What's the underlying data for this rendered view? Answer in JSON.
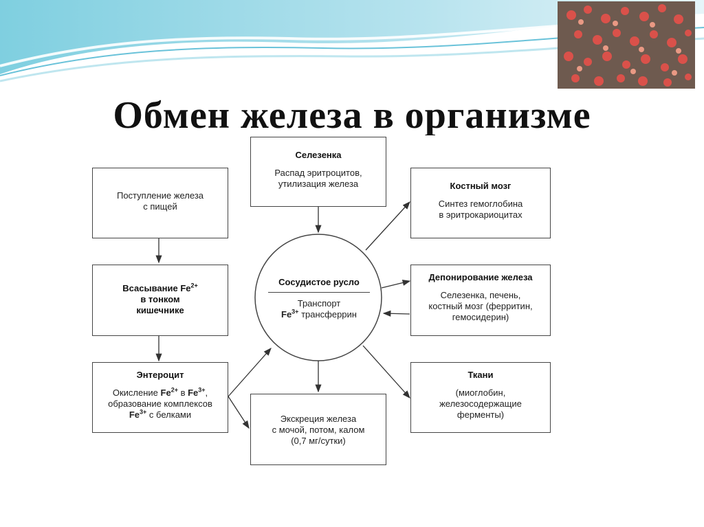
{
  "title": "Обмен железа в организме",
  "nodes": {
    "intake": {
      "line1": "Поступление железа",
      "line2": "с пищей"
    },
    "absorption": {
      "line1_prefix": "Всасывание",
      "fe": "Fe",
      "sup": "2+",
      "line2": "в тонком",
      "line3": "кишечнике"
    },
    "enterocyte": {
      "title": "Энтероцит",
      "l1_prefix": "Окисление",
      "l1_fe_a": "Fe",
      "l1_sup_a": "2+",
      "l1_mid": "в",
      "l1_fe_b": "Fe",
      "l1_sup_b": "3+",
      "l2": "образование комплексов",
      "l3_fe": "Fe",
      "l3_sup": "3+",
      "l3_suffix": "с белками"
    },
    "spleen": {
      "title": "Селезенка",
      "line1": "Распад эритроцитов,",
      "line2": "утилизация железа"
    },
    "blood": {
      "title": "Сосудистое русло",
      "line1": "Транспорт",
      "fe": "Fe",
      "sup": "3+",
      "line2_suffix": "трансферрин"
    },
    "marrow": {
      "title": "Костный мозг",
      "line1": "Синтез гемоглобина",
      "line2": "в эритрокариоцитах"
    },
    "depot": {
      "title": "Депонирование железа",
      "line1": "Селезенка, печень,",
      "line2": "костный мозг (ферритин,",
      "line3": "гемосидерин)"
    },
    "tissues": {
      "title": "Ткани",
      "line1": "(миоглобин,",
      "line2": "железосодержащие",
      "line3": "ферменты)"
    },
    "excretion": {
      "line1": "Экскреция железа",
      "line2": "с мочой, потом, калом",
      "line3": "(0,7 мг/сутки)"
    }
  },
  "colors": {
    "accent": "#2aa8c9",
    "wave_light": "#bfe6ef",
    "box_border": "#444444",
    "title": "#111111"
  }
}
